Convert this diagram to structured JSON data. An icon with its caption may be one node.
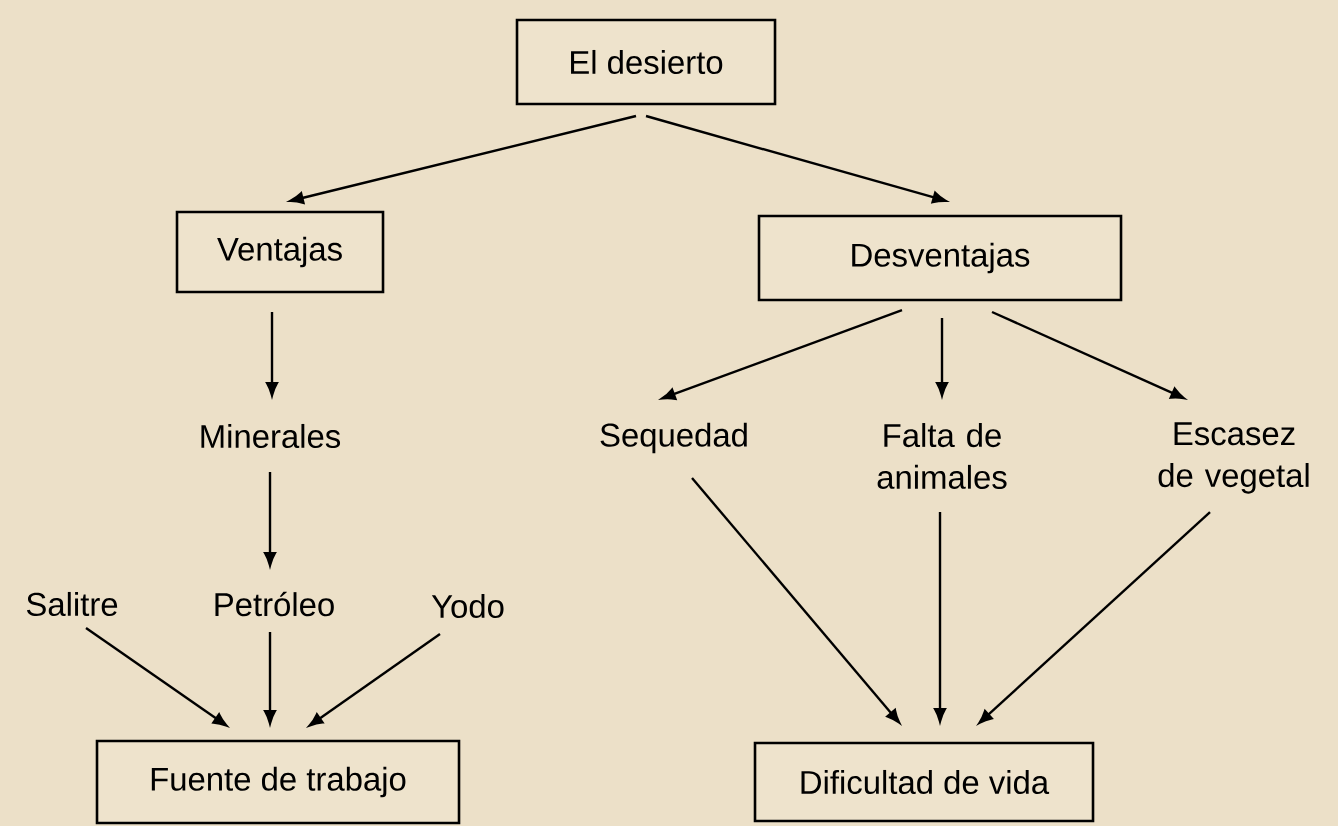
{
  "diagram": {
    "nodes": [
      {
        "text": [
          "El desierto"
        ]
      },
      {
        "text": [
          "Ventajas"
        ]
      },
      {
        "text": [
          "Desventajas"
        ]
      },
      {
        "text": [
          "Minerales"
        ]
      },
      {
        "text": [
          "Sequedad"
        ]
      },
      {
        "text": [
          "Falta de animales"
        ]
      },
      {
        "text": [
          "Escasez de vegetal"
        ]
      },
      {
        "text": [
          "Salitre"
        ]
      },
      {
        "text": [
          "Petróleo"
        ]
      },
      {
        "text": [
          "Yodo"
        ]
      },
      {
        "text": [
          "Fuente de trabajo"
        ]
      },
      {
        "text": [
          "Dificultad de vida"
        ]
      }
    ],
    "edges": [
      {
        "from": 0,
        "to": 1,
        "arrow": "to"
      },
      {
        "from": 0,
        "to": 2,
        "arrow": "to"
      },
      {
        "from": 1,
        "to": 3,
        "arrow": "to"
      },
      {
        "from": 2,
        "to": 4,
        "arrow": "to"
      },
      {
        "from": 2,
        "to": 5,
        "arrow": "to"
      },
      {
        "from": 2,
        "to": 6,
        "arrow": "to"
      },
      {
        "from": 3,
        "to": 8,
        "arrow": "to"
      },
      {
        "from": 7,
        "to": 10,
        "arrow": "to"
      },
      {
        "from": 8,
        "to": 10,
        "arrow": "to"
      },
      {
        "from": 9,
        "to": 10,
        "arrow": "to"
      },
      {
        "from": 4,
        "to": 11,
        "arrow": "to"
      },
      {
        "from": 5,
        "to": 11,
        "arrow": "to"
      },
      {
        "from": 6,
        "to": 11,
        "arrow": "to"
      }
    ]
  }
}
